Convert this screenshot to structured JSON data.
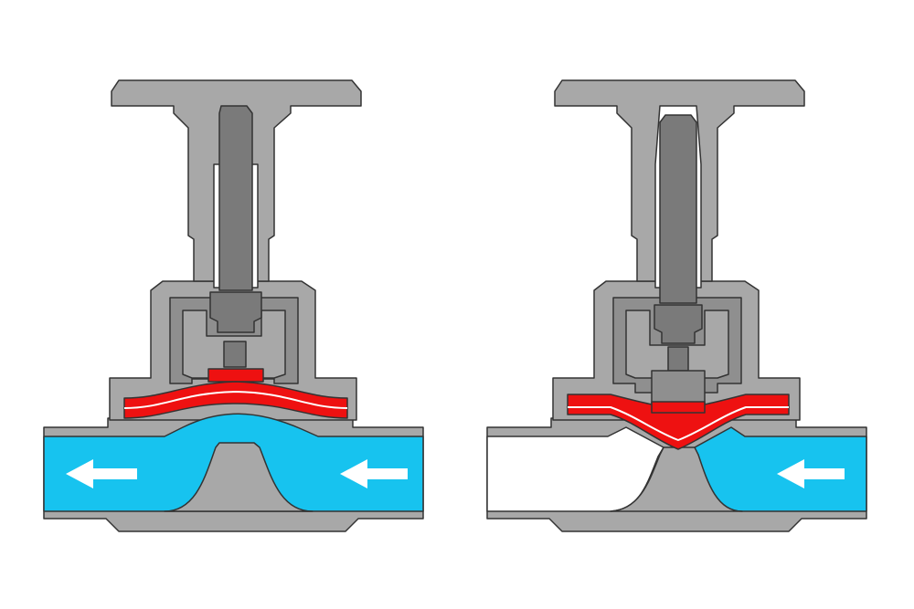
{
  "diagram": {
    "colors": {
      "body": "#a8a8a8",
      "stem": "#7a7a7a",
      "outline": "#333333",
      "fluid": "#17c3ef",
      "empty": "#ffffff",
      "diaphragm": "#ee1111",
      "arrow": "#ffffff"
    },
    "valves": [
      {
        "id": "open-valve",
        "state": "open",
        "flow_arrow_count": 2
      },
      {
        "id": "closed-valve",
        "state": "closed",
        "flow_arrow_count": 1
      }
    ]
  }
}
